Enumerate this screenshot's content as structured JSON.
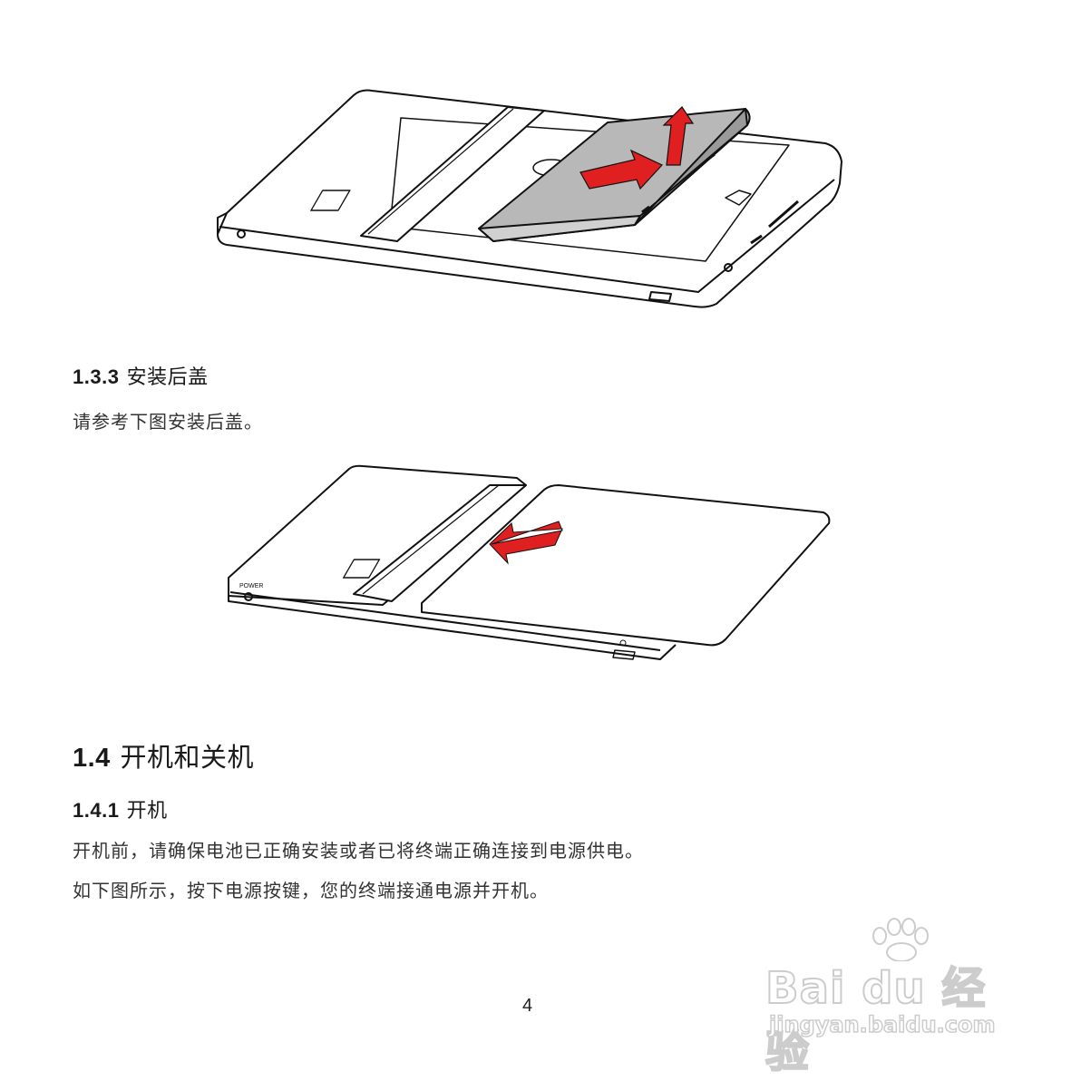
{
  "section_133": {
    "number": "1.3.3",
    "title": "安装后盖",
    "text": "请参考下图安装后盖。"
  },
  "section_14": {
    "number": "1.4",
    "title": "开机和关机"
  },
  "section_141": {
    "number": "1.4.1",
    "title": "开机",
    "para1": "开机前，请确保电池已正确安装或者已将终端正确连接到电源供电。",
    "para2": "如下图所示，按下电源按键，您的终端接通电源并开机。"
  },
  "figure_cover": {
    "power_label": "POWER"
  },
  "page_number": "4",
  "watermark": {
    "brand": "Bai du 经验",
    "url": "jingyan.baidu.com"
  },
  "colors": {
    "arrow": "#e02020",
    "battery": "#b8b8b8"
  }
}
